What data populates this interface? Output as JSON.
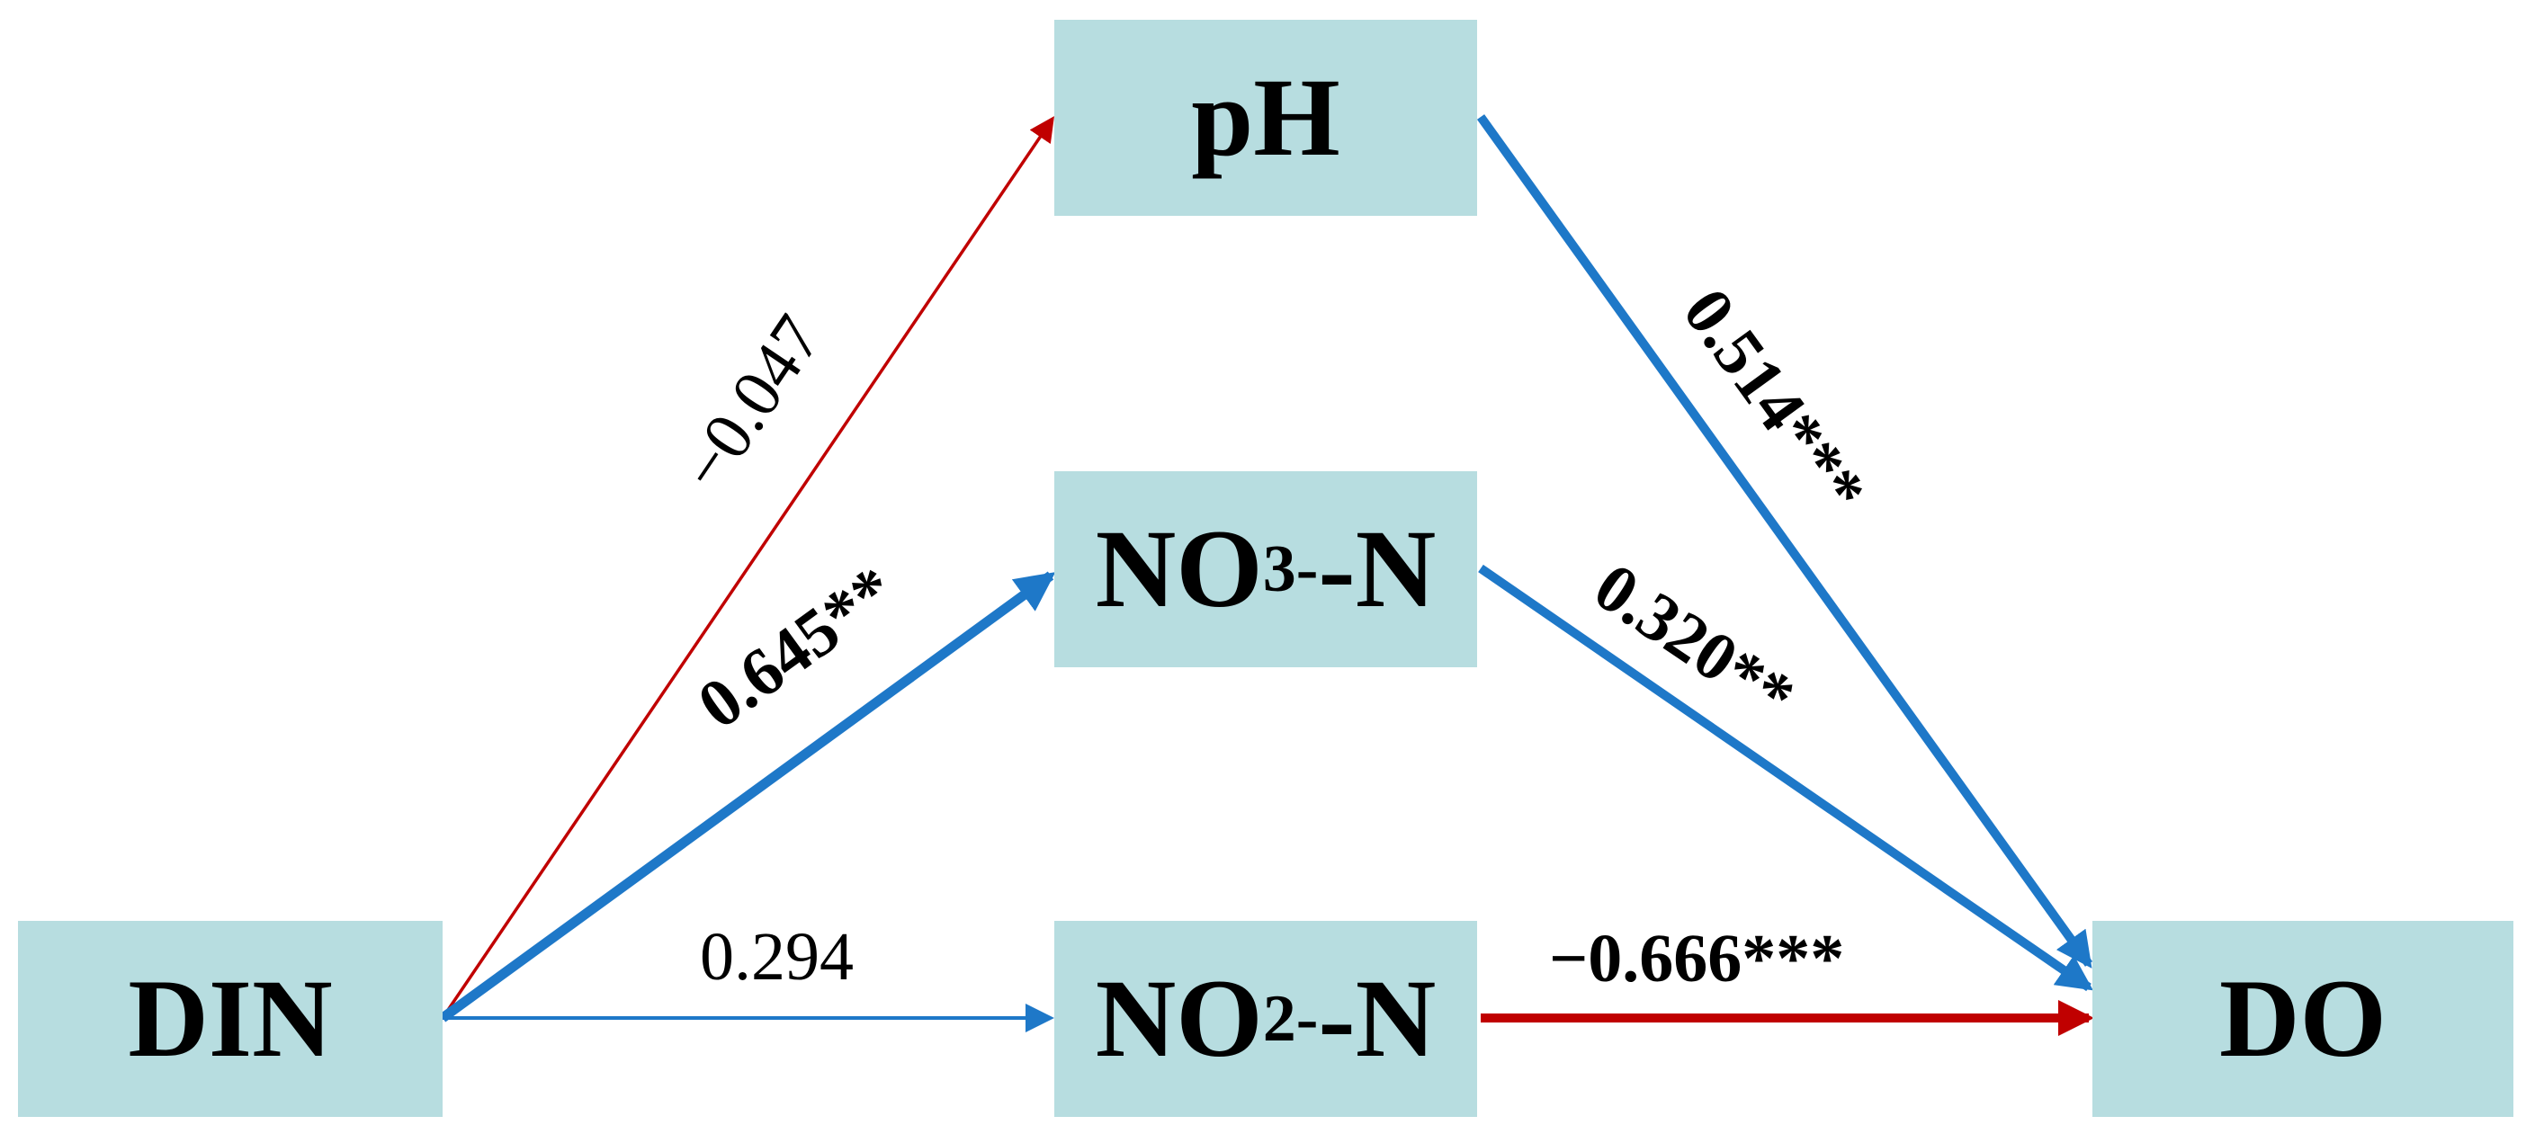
{
  "nodes": {
    "din": "DIN",
    "ph": "pH",
    "no3": {
      "base": "NO",
      "sub": "3",
      "sup": "-",
      "suffix": "-N"
    },
    "no2": {
      "base": "NO",
      "sub": "2",
      "sup": "-",
      "suffix": "-N"
    },
    "do": "DO"
  },
  "edges": {
    "din_ph": {
      "from": "DIN",
      "to": "pH",
      "label": "−0.047",
      "sign": "negative",
      "bold": false
    },
    "din_no3": {
      "from": "DIN",
      "to": "NO3--N",
      "label": "0.645**",
      "sign": "positive",
      "bold": true
    },
    "din_no2": {
      "from": "DIN",
      "to": "NO2--N",
      "label": "0.294",
      "sign": "positive",
      "bold": false
    },
    "ph_do": {
      "from": "pH",
      "to": "DO",
      "label": "0.514***",
      "sign": "positive",
      "bold": true
    },
    "no3_do": {
      "from": "NO3--N",
      "to": "DO",
      "label": "0.320**",
      "sign": "positive",
      "bold": true
    },
    "no2_do": {
      "from": "NO2--N",
      "to": "DO",
      "label": "−0.666***",
      "sign": "negative",
      "bold": true
    }
  },
  "colors": {
    "positive": "#1e78c8",
    "negative": "#c00000",
    "node_fill": "#b7dde0"
  }
}
